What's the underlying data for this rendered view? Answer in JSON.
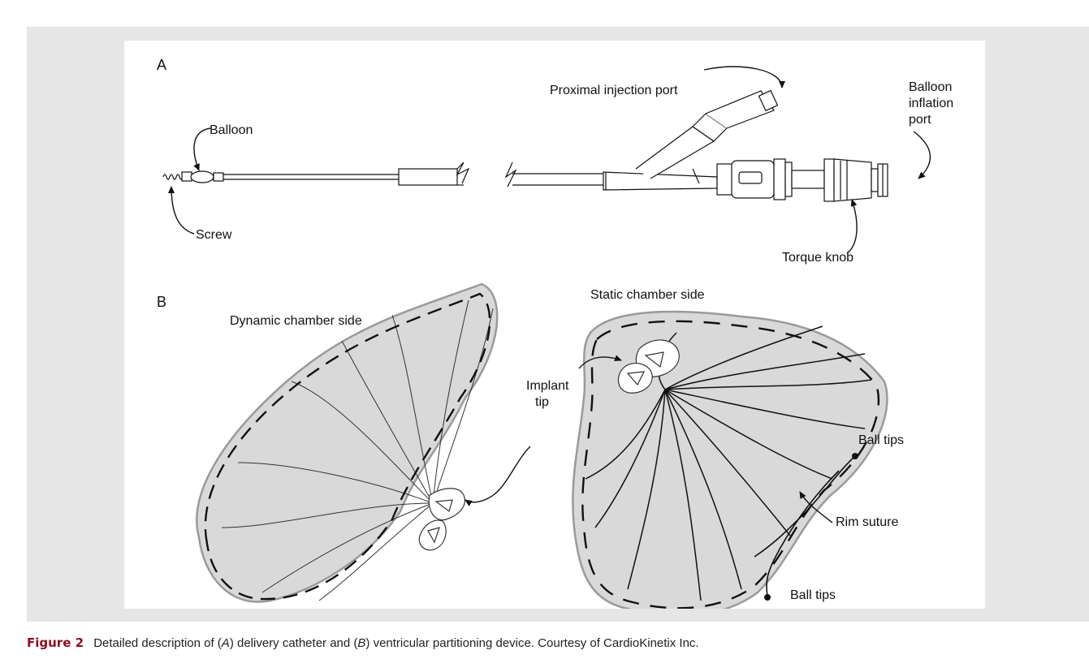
{
  "figure": {
    "panel_a_letter": "A",
    "panel_b_letter": "B",
    "labels_a": {
      "balloon": "Balloon",
      "screw": "Screw",
      "proximal_injection_port": "Proximal injection port",
      "balloon_inflation_port_1": "Balloon",
      "balloon_inflation_port_2": "inflation",
      "balloon_inflation_port_3": "port",
      "torque_knob": "Torque knob"
    },
    "labels_b": {
      "dynamic_chamber_side": "Dynamic chamber side",
      "static_chamber_side": "Static chamber side",
      "implant_tip_1": "Implant",
      "implant_tip_2": "tip",
      "ball_tips_top": "Ball tips",
      "rim_suture": "Rim suture",
      "ball_tips_bottom": "Ball tips"
    }
  },
  "caption": {
    "number": "Figure 2",
    "text_1": " Detailed description of (",
    "a": "A",
    "text_2": ") delivery catheter and (",
    "b": "B",
    "text_3": ") ventricular partitioning device. Courtesy of CardioKinetix Inc."
  },
  "colors": {
    "panel_background": "#e6e6e6",
    "device_fill": "#d9d9d9",
    "caption_number": "#8b1020"
  }
}
